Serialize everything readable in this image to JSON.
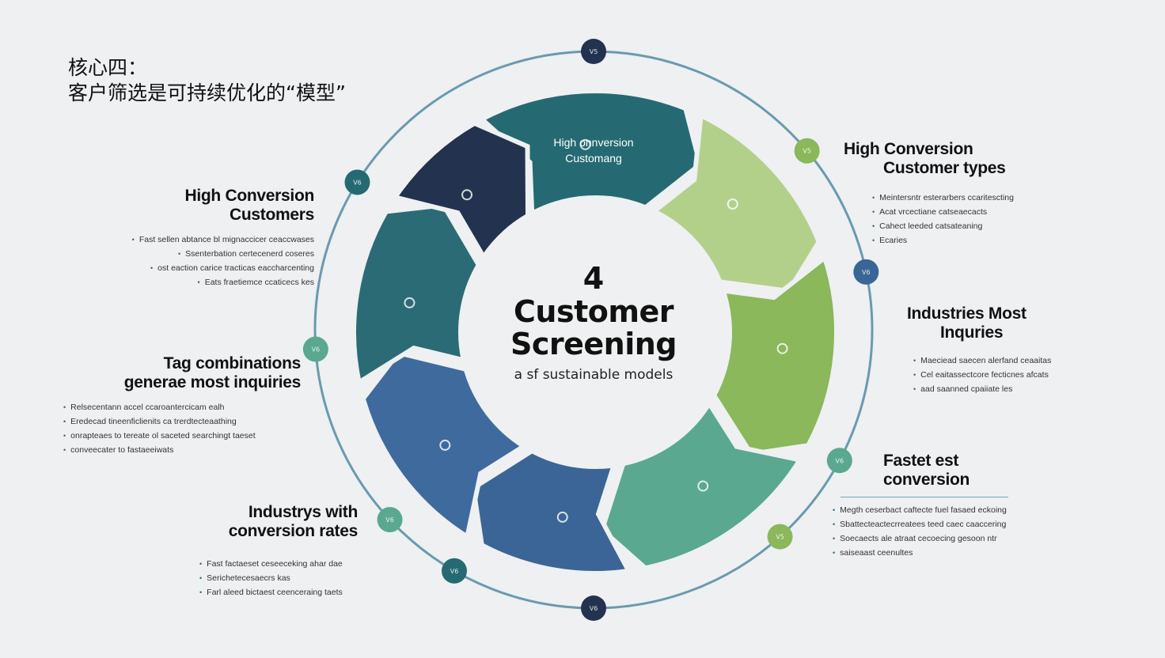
{
  "title": {
    "line1": "核心四：",
    "line2": "客户筛选是可持续优化的“模型”"
  },
  "center": {
    "number": "4",
    "title_line1": "Customer",
    "title_line2": "Screening",
    "subtitle": "a sf sustainable models"
  },
  "segment_text": {
    "top_line1": "High onnversion",
    "top_line2": "Customang"
  },
  "ring_markers": [
    "V5",
    "V5",
    "V6",
    "V6",
    "V5",
    "V6",
    "V6",
    "V6",
    "V6",
    "V6",
    "V6"
  ],
  "labels": [
    {
      "title": [
        "High Conversion",
        "Customers"
      ],
      "bullets": [
        "Fast sellen abtance bl mignaccicer ceaccwases",
        "Ssenterbation certecenerd coseres",
        "ost eaction carice tracticas eaccharcenting",
        "Eats fraetiemce ccaticecs kes"
      ]
    },
    {
      "title": [
        "Tag combinations",
        "generae most inquiries"
      ],
      "bullets": [
        "Relsecentann accel ccaroantercicam ealh",
        "Eredecad tineenficlienits ca trerdtecteaathing",
        "onrapteaes to tereate ol saceted searchingt taeset",
        "conveecater to fastaeeiwats"
      ]
    },
    {
      "title": [
        "Industrys with",
        "conversion rates"
      ],
      "bullets": [
        "Fast factaeset ceseeceking ahar dae",
        "Serichetecesaecrs kas",
        "Farl aleed bictaest ceenceraing taets"
      ]
    },
    {
      "title": [
        "High Conversion",
        "Customer types"
      ],
      "bullets": [
        "Meintersntr esterarbers ccaritescting",
        "Acat vrcectiane catseaecacts",
        "Cahect leeded catsateaning",
        "Ecaries"
      ]
    },
    {
      "title": [
        "Industries  Most",
        "Inquries"
      ],
      "bullets": [
        "Maeciead saecen alerfand ceaaitas",
        "Cel eaitassectcore fecticnes afcats",
        "aad saanned cpaiiate les"
      ]
    },
    {
      "title": [
        "Fastet est",
        "conversion"
      ],
      "bullets": [
        "Megth ceserbact caftecte fuel fasaed eckoing",
        "Sbattecteactecrreatees teed caec caaccering",
        "Soecaects ale atraat cecoecing gesoon ntr",
        "saiseaast ceenultes"
      ]
    }
  ],
  "colors": {
    "navy": "#22324f",
    "dark_teal": "#256a72",
    "teal": "#2b6b76",
    "light_green": "#b3d08b",
    "green": "#8ab85a",
    "sea_green": "#5aa88f",
    "blue": "#3f6a9e",
    "mid_blue": "#3a6596",
    "ring": "#6a9ab0",
    "background": "#eef0f1"
  }
}
